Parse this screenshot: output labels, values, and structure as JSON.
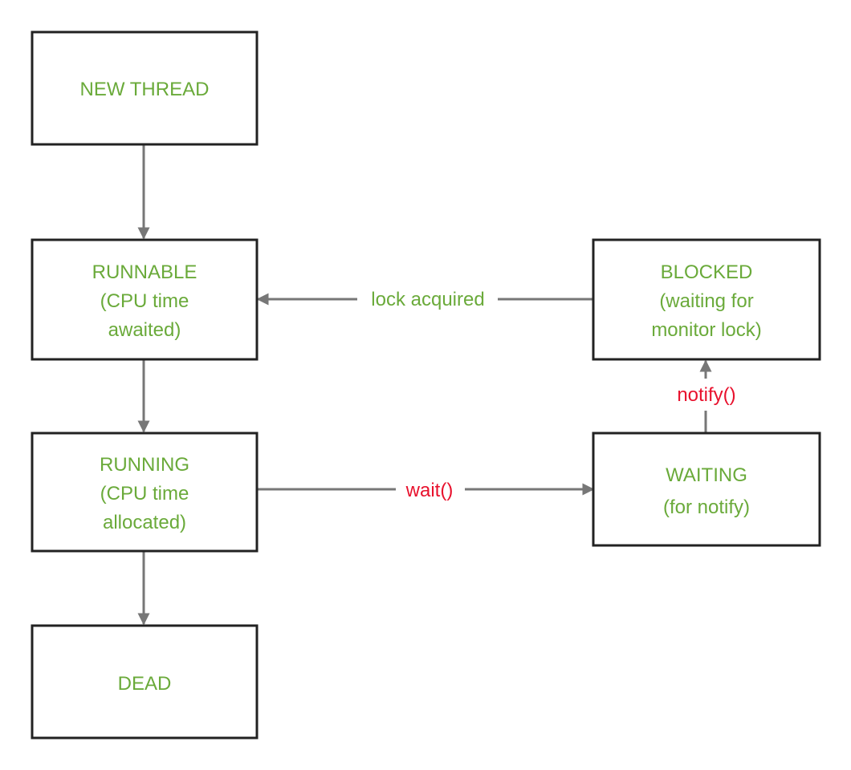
{
  "colors": {
    "state_text": "#6aaa3a",
    "edge": "#777777",
    "edge_label_green": "#6aaa3a",
    "edge_label_red": "#e8112d",
    "box_border": "#222222"
  },
  "states": {
    "new_thread": {
      "lines": [
        "NEW THREAD"
      ]
    },
    "runnable": {
      "lines": [
        "RUNNABLE",
        "(CPU time",
        "awaited)"
      ]
    },
    "running": {
      "lines": [
        "RUNNING",
        "(CPU time",
        "allocated)"
      ]
    },
    "dead": {
      "lines": [
        "DEAD"
      ]
    },
    "blocked": {
      "lines": [
        "BLOCKED",
        "(waiting for",
        "monitor lock)"
      ]
    },
    "waiting": {
      "lines": [
        "WAITING",
        "(for notify)"
      ]
    }
  },
  "transitions": {
    "lock_acquired": {
      "label": "lock acquired",
      "from": "BLOCKED",
      "to": "RUNNABLE"
    },
    "wait": {
      "label": "wait()",
      "from": "RUNNING",
      "to": "WAITING"
    },
    "notify": {
      "label": "notify()",
      "from": "WAITING",
      "to": "BLOCKED"
    },
    "new_to_runnable": {
      "label": "",
      "from": "NEW THREAD",
      "to": "RUNNABLE"
    },
    "runnable_to_running": {
      "label": "",
      "from": "RUNNABLE",
      "to": "RUNNING"
    },
    "running_to_dead": {
      "label": "",
      "from": "RUNNING",
      "to": "DEAD"
    }
  }
}
